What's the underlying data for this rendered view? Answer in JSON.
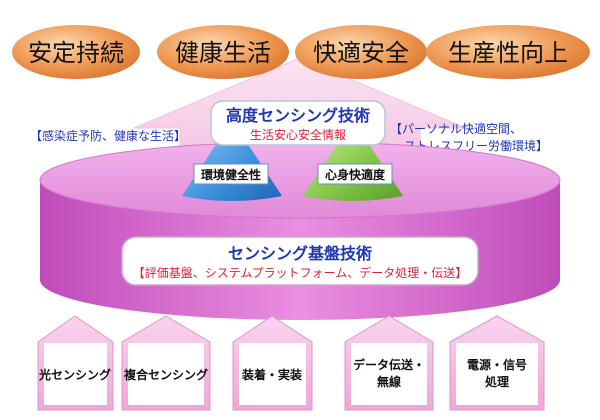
{
  "goals": [
    "安定持続",
    "健康生活",
    "快適安全",
    "生産性向上"
  ],
  "left_note": "【感染症予防、健康な生活】",
  "right_note_lines": [
    "【パーソナル快適空間、",
    "ストレスフリー労働環境】"
  ],
  "advanced": {
    "title": "高度センシング技術",
    "subtitle": "生活安心安全情報"
  },
  "cones": [
    "環境健全性",
    "心身快適度"
  ],
  "base": {
    "title": "センシング基盤技術",
    "subtitle": "【評価基盤、システムプラットフォーム、データ処理・伝送】"
  },
  "houses": [
    {
      "lines": [
        "光センシング"
      ]
    },
    {
      "lines": [
        "複合センシング"
      ]
    },
    {
      "lines": [
        "装着・実装"
      ]
    },
    {
      "lines": [
        "データ伝送・",
        "無線"
      ]
    },
    {
      "lines": [
        "電源・信号",
        "処理"
      ]
    }
  ],
  "colors": {
    "goal_orange": "#e8853a",
    "arrow_pink": "#f6c8e4",
    "cylinder_magenta": "#d86ad0",
    "cone_blue": "#2f86d6",
    "cone_green": "#7ec243",
    "house_fill": "#f4b8e0",
    "note_blue": "#2036b8",
    "red_text": "#e0203a"
  }
}
